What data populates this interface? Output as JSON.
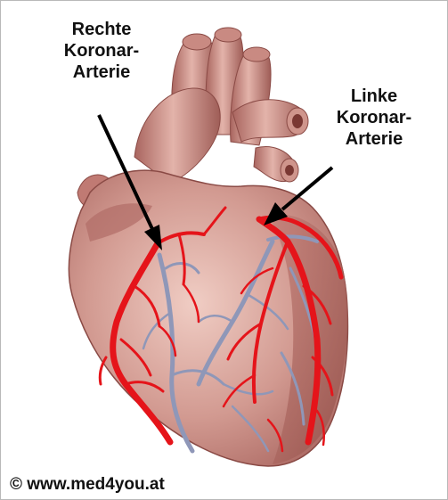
{
  "labels": {
    "right_coronary": [
      "Rechte",
      "Koronar-",
      "Arterie"
    ],
    "left_coronary": [
      "Linke",
      "Koronar-",
      "Arterie"
    ]
  },
  "copyright": "© www.med4you.at",
  "colors": {
    "heart_tissue": "#c9857f",
    "heart_shadow": "#9e5a55",
    "artery": "#e5141a",
    "vein": "#8f97b8",
    "text": "#111111"
  }
}
